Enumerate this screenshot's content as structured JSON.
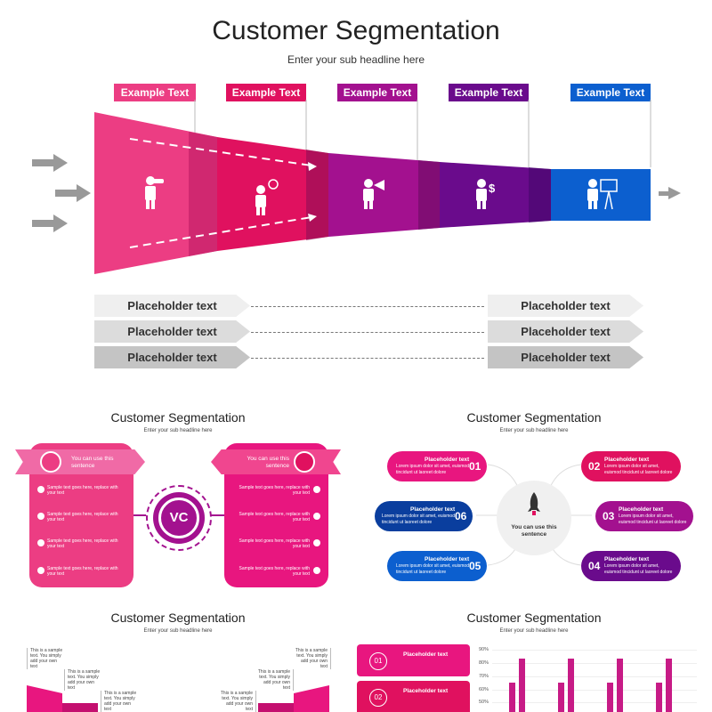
{
  "main": {
    "title": "Customer Segmentation",
    "subtitle": "Enter your sub headline here",
    "stages": [
      {
        "label": "Example Text",
        "color": "#ec3d83",
        "icon": "binoculars-person-icon"
      },
      {
        "label": "Example Text",
        "color": "#e0115f",
        "icon": "lightbulb-person-icon"
      },
      {
        "label": "Example Text",
        "color": "#a3118f",
        "icon": "megaphone-person-icon"
      },
      {
        "label": "Example Text",
        "color": "#6a0b8c",
        "icon": "dollar-person-icon"
      },
      {
        "label": "Example Text",
        "color": "#0c5fcf",
        "icon": "presentation-person-icon"
      }
    ],
    "placeholders": [
      {
        "left": "Placeholder text",
        "right": "Placeholder text",
        "color": "#efefef"
      },
      {
        "left": "Placeholder text",
        "right": "Placeholder text",
        "color": "#dcdcdc"
      },
      {
        "left": "Placeholder text",
        "right": "Placeholder text",
        "color": "#c4c4c4"
      }
    ]
  },
  "slide2": {
    "title": "Customer Segmentation",
    "subtitle": "Enter your sub headline here",
    "left_banner": "You can use this sentence",
    "right_banner": "You can use this sentence",
    "center": "VC",
    "items": [
      "Sample text goes here, replace with your text",
      "Sample text goes here, replace with your text",
      "Sample text goes here, replace with your text",
      "Sample text goes here, replace with your text"
    ]
  },
  "slide3": {
    "title": "Customer Segmentation",
    "subtitle": "Enter your sub headline here",
    "center": "You can use this sentence",
    "pill_title": "Placeholder text",
    "pill_body": "Lorem ipsum dolor sit amet, euismod tincidunt ut laoreet dolore",
    "pills": [
      {
        "num": "01",
        "color": "#e8167f"
      },
      {
        "num": "02",
        "color": "#e0115f"
      },
      {
        "num": "03",
        "color": "#a3118f"
      },
      {
        "num": "04",
        "color": "#6a0b8c"
      },
      {
        "num": "05",
        "color": "#0c5fcf"
      },
      {
        "num": "06",
        "color": "#0a3e9e"
      }
    ]
  },
  "slide4": {
    "title": "Customer Segmentation",
    "subtitle": "Enter your sub headline here",
    "note": "This is a sample text. You simply add your own text"
  },
  "slide5": {
    "title": "Customer Segmentation",
    "subtitle": "Enter your sub headline here",
    "items": [
      {
        "num": "01",
        "label": "Placeholder text"
      },
      {
        "num": "02",
        "label": "Placeholder text"
      }
    ],
    "y_ticks": [
      "90%",
      "80%",
      "70%",
      "60%",
      "50%"
    ]
  },
  "colors": {
    "pink": "#ec3d83",
    "magenta": "#e0115f",
    "purple": "#a3118f",
    "violet": "#6a0b8c",
    "blue": "#0c5fcf",
    "grey": "#888888"
  }
}
